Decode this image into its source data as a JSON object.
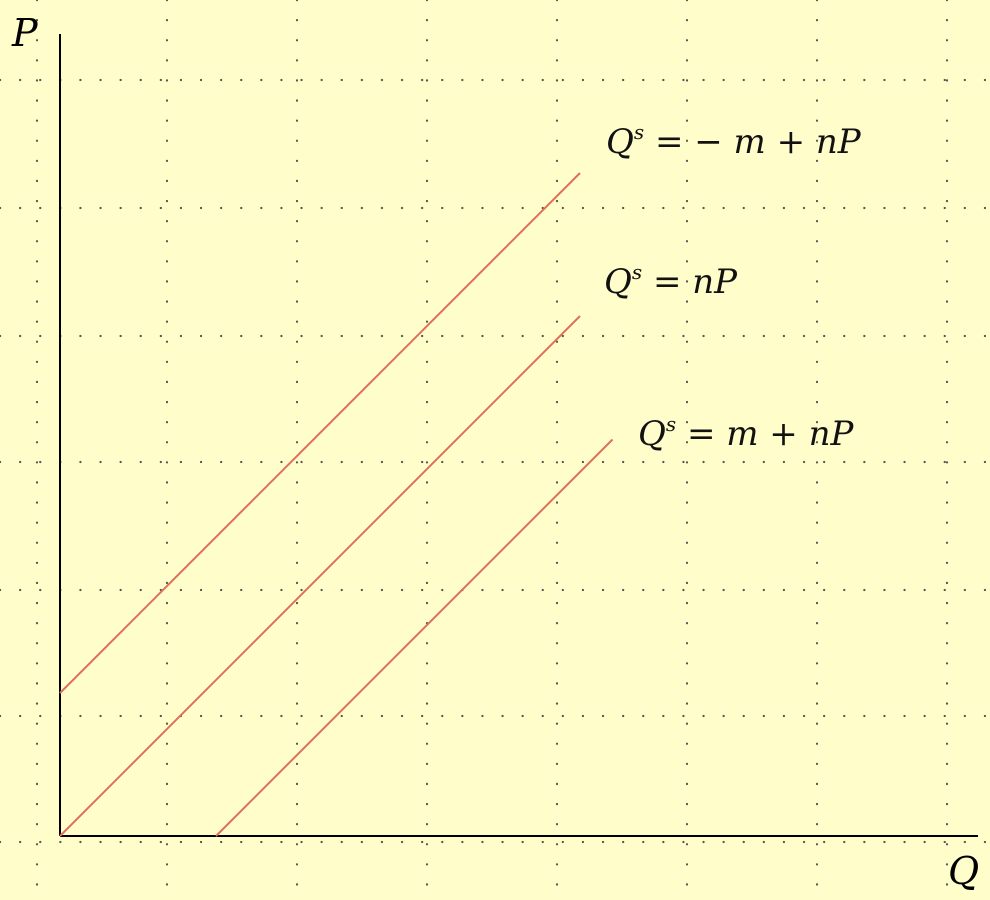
{
  "chart_data": {
    "type": "line",
    "title": "",
    "xlabel": "Q",
    "ylabel": "P",
    "xlim": [
      0,
      12
    ],
    "ylim": [
      0,
      12
    ],
    "grid": true,
    "grid_style": "dotted",
    "colors": {
      "background": "#FFFDC9",
      "line": "#E0705E",
      "axis": "#000000",
      "grid": "#555555"
    },
    "series": [
      {
        "label_main": "Q",
        "label_sup": "s",
        "label_body": " = − m + nP",
        "x": [
          0,
          8
        ],
        "y": [
          2.2,
          10.2
        ]
      },
      {
        "label_main": "Q",
        "label_sup": "s",
        "label_body": " = nP",
        "x": [
          0,
          8
        ],
        "y": [
          0,
          8
        ]
      },
      {
        "label_main": "Q",
        "label_sup": "s",
        "label_body": " = m + nP",
        "x": [
          2.4,
          8.5
        ],
        "y": [
          0,
          6.1
        ]
      }
    ]
  }
}
